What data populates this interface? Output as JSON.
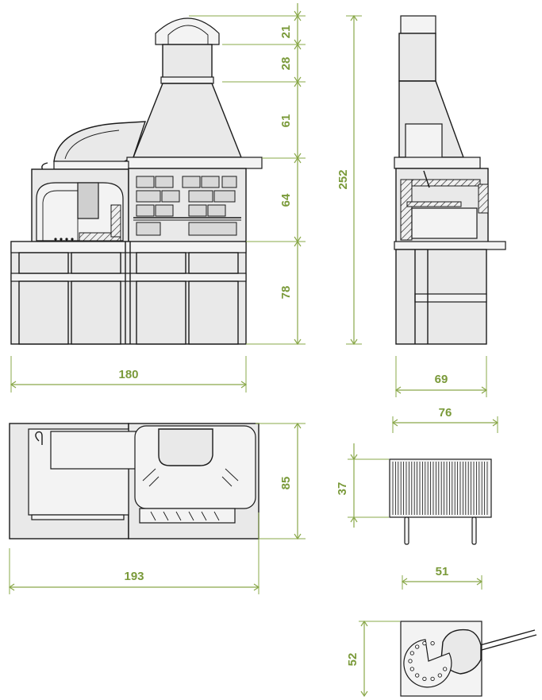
{
  "dimensions": {
    "front_heights": [
      "21",
      "28",
      "61",
      "64",
      "78"
    ],
    "total_height": "252",
    "front_width": "180",
    "side_depth": "69",
    "top_width": "193",
    "top_depth": "85",
    "grill_width": "76",
    "grill_height": "37",
    "spit_width": "51",
    "spit_height": "52"
  },
  "colors": {
    "dimension": "#7a9a3a",
    "ink": "#1a1a1a",
    "fill": "#e9e9e9"
  }
}
